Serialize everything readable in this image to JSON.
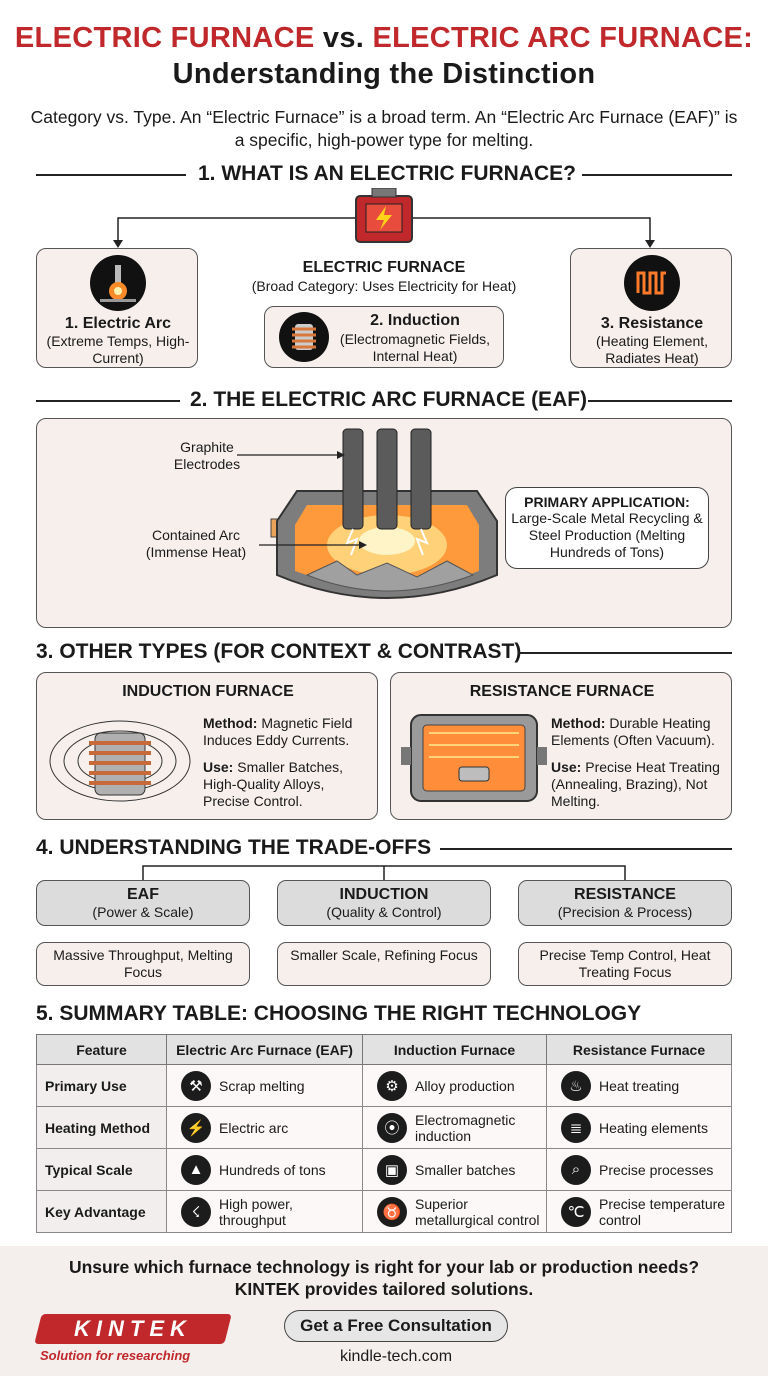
{
  "header": {
    "title_part1": "ELECTRIC FURNACE",
    "title_vs": " vs. ",
    "title_part2": "ELECTRIC ARC FURNACE:",
    "title_line2": "Understanding the Distinction",
    "intro": "Category vs. Type. An “Electric Furnace” is a broad term. An “Electric Arc Furnace (EAF)” is a specific, high-power type for melting."
  },
  "section1": {
    "heading": "1. WHAT IS AN ELECTRIC FURNACE?",
    "center_title": "ELECTRIC FURNACE",
    "center_sub": "(Broad Category: Uses Electricity for Heat)",
    "cards": [
      {
        "title": "1. Electric Arc",
        "sub": "(Extreme Temps, High-Current)"
      },
      {
        "title": "2. Induction",
        "sub": "(Electromagnetic Fields, Internal Heat)"
      },
      {
        "title": "3. Resistance",
        "sub": "(Heating Element, Radiates Heat)"
      }
    ]
  },
  "section2": {
    "heading": "2. THE ELECTRIC ARC FURNACE (EAF)",
    "label_electrodes": "Graphite Electrodes",
    "label_arc": "Contained Arc (Immense Heat)",
    "app_title": "PRIMARY APPLICATION:",
    "app_text": "Large-Scale Metal Recycling & Steel Production (Melting Hundreds of Tons)"
  },
  "section3": {
    "heading": "3. OTHER TYPES (FOR CONTEXT & CONTRAST)",
    "induction": {
      "title": "INDUCTION FURNACE",
      "method_label": "Method:",
      "method": " Magnetic Field Induces Eddy Currents.",
      "use_label": "Use:",
      "use": " Smaller Batches, High-Quality Alloys, Precise Control."
    },
    "resistance": {
      "title": "RESISTANCE FURNACE",
      "method_label": "Method:",
      "method": " Durable Heating Elements (Often Vacuum).",
      "use_label": "Use:",
      "use": " Precise Heat Treating (Annealing, Brazing), Not Melting."
    }
  },
  "section4": {
    "heading": "4. UNDERSTANDING THE TRADE-OFFS",
    "columns": [
      {
        "title": "EAF",
        "sub": "(Power & Scale)",
        "focus": "Massive Throughput, Melting Focus"
      },
      {
        "title": "INDUCTION",
        "sub": "(Quality & Control)",
        "focus": "Smaller Scale, Refining Focus"
      },
      {
        "title": "RESISTANCE",
        "sub": "(Precision & Process)",
        "focus": "Precise Temp Control, Heat Treating Focus"
      }
    ]
  },
  "section5": {
    "heading": "5. SUMMARY TABLE: CHOOSING THE RIGHT TECHNOLOGY",
    "headers": [
      "Feature",
      "Electric Arc Furnace (EAF)",
      "Induction Furnace",
      "Resistance Furnace"
    ],
    "rows": [
      {
        "feature": "Primary Use",
        "cells": [
          {
            "icon": "scrap-icon",
            "glyph": "⚒",
            "text": "Scrap melting"
          },
          {
            "icon": "alloy-icon",
            "glyph": "⚙",
            "text": "Alloy production"
          },
          {
            "icon": "flame-icon",
            "glyph": "♨",
            "text": "Heat treating"
          }
        ]
      },
      {
        "feature": "Heating Method",
        "cells": [
          {
            "icon": "arc-icon",
            "glyph": "⚡",
            "text": "Electric arc"
          },
          {
            "icon": "coil-icon",
            "glyph": "⦿",
            "text": "Electromagnetic induction"
          },
          {
            "icon": "element-icon",
            "glyph": "≣",
            "text": "Heating elements"
          }
        ]
      },
      {
        "feature": "Typical Scale",
        "cells": [
          {
            "icon": "weight-icon",
            "glyph": "▲",
            "text": "Hundreds of tons"
          },
          {
            "icon": "batch-icon",
            "glyph": "▣",
            "text": "Smaller batches"
          },
          {
            "icon": "magnifier-icon",
            "glyph": "⌕",
            "text": "Precise processes"
          }
        ]
      },
      {
        "feature": "Key Advantage",
        "cells": [
          {
            "icon": "bolt-icon",
            "glyph": "☇",
            "text": "High power, throughput"
          },
          {
            "icon": "bull-icon",
            "glyph": "♉",
            "text": "Superior metallurgical control"
          },
          {
            "icon": "thermometer-icon",
            "glyph": "℃",
            "text": "Precise temperature control"
          }
        ]
      }
    ]
  },
  "footer": {
    "cta_line1": "Unsure which furnace technology is right for your lab or production needs?",
    "cta_line2": "KINTEK provides tailored solutions.",
    "logo_text": "KINTEK",
    "tagline": "Solution for researching",
    "button": "Get a Free Consultation",
    "url": "kindle-tech.com"
  },
  "colors": {
    "accent": "#c0282b",
    "panel": "#f7efec",
    "grey": "#dcdcdc"
  }
}
